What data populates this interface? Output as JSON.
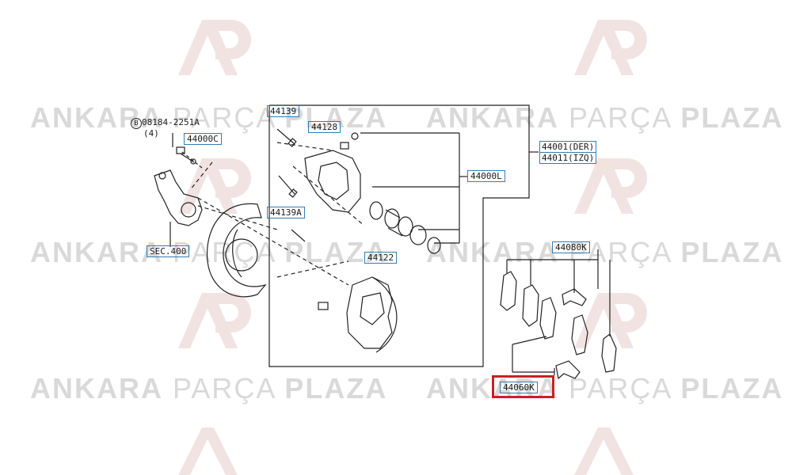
{
  "watermark": {
    "brand_word_1": "ANKARA",
    "brand_word_2": "PARÇA",
    "brand_word_3": "PLAZA",
    "logo_letters": "AP"
  },
  "labels": {
    "bolt_ref": "08184-2251A",
    "bolt_circle": "B",
    "bolt_qty": "(4)",
    "p44000C": "44000C",
    "p44139": "44139",
    "p44128": "44128",
    "p44000L": "44000L",
    "p44139A": "44139A",
    "p44122": "44122",
    "sec400": "SEC.400",
    "p44001": "44001(DER)",
    "p44011": "44011(IZQ)",
    "p44080K": "44080K",
    "p44060K": "44060K"
  },
  "highlight": {
    "part": "44060K",
    "color": "#cc1f25"
  }
}
